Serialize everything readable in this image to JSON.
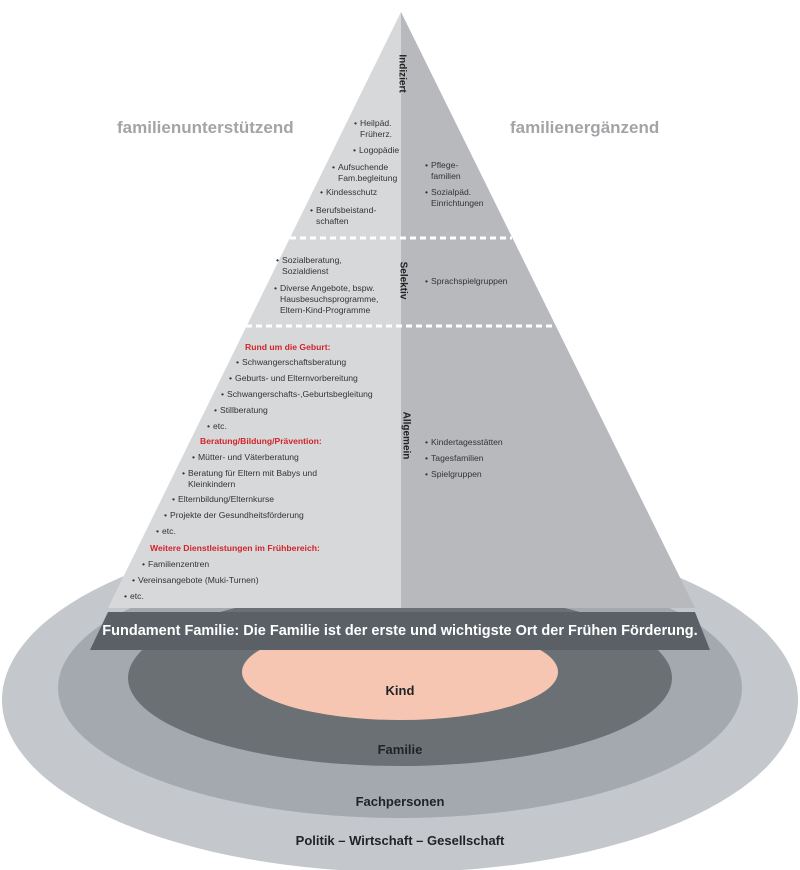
{
  "titles": {
    "left": "familienunterstützend",
    "right": "familienergänzend"
  },
  "levels": {
    "top": "Indiziert",
    "middle": "Selektiv",
    "bottom": "Allgemein"
  },
  "indiziert": {
    "left": [
      "Heilpäd.\nFrüherz.",
      "Logopädie",
      "Aufsuchende\nFam.begleitung",
      "Kindesschutz",
      "Berufsbeistand-\nschaften"
    ],
    "right": [
      "Pflege-\nfamilien",
      "Sozialpäd.\nEinrichtungen"
    ]
  },
  "selektiv": {
    "left": [
      "Sozialberatung,\nSozialdienst",
      "Diverse Angebote, bspw.\nHausbesuchsprogramme,\nEltern-Kind-Programme"
    ],
    "right": [
      "Sprachspielgruppen"
    ]
  },
  "allgemein": {
    "cat1": "Rund um die Geburt:",
    "cat1_items": [
      "Schwangerschaftsberatung",
      "Geburts- und Elternvorbereitung",
      "Schwangerschafts-,Geburtsbegleitung",
      "Stillberatung",
      "etc."
    ],
    "cat2": "Beratung/Bildung/Prävention:",
    "cat2_items": [
      "Mütter- und Väterberatung",
      "Beratung für Eltern mit Babys und\nKleinkindern",
      "Elternbildung/Elternkurse",
      "Projekte der Gesundheitsförderung",
      "etc."
    ],
    "cat3": "Weitere Dienstleistungen im Frühbereich:",
    "cat3_items": [
      "Familienzentren",
      "Vereinsangebote (Muki-Turnen)",
      "etc."
    ],
    "right": [
      "Kindertagesstätten",
      "Tagesfamilien",
      "Spielgruppen"
    ]
  },
  "fundament": "Fundament Familie: Die Familie ist der erste und wichtigste Ort der Frühen Förderung.",
  "rings": {
    "kind": "Kind",
    "familie": "Familie",
    "fachpersonen": "Fachpersonen",
    "politik": "Politik – Wirtschaft – Gesellschaft"
  },
  "colors": {
    "ring_outer": "#c4c8cd",
    "ring_mid": "#a4a9af",
    "ring_inner": "#6b7075",
    "kind": "#f7c6b3",
    "pyramid_left": "#d7d8da",
    "pyramid_right": "#b8b9bc",
    "fundament": "#5b6067",
    "accent": "#d2232a"
  }
}
